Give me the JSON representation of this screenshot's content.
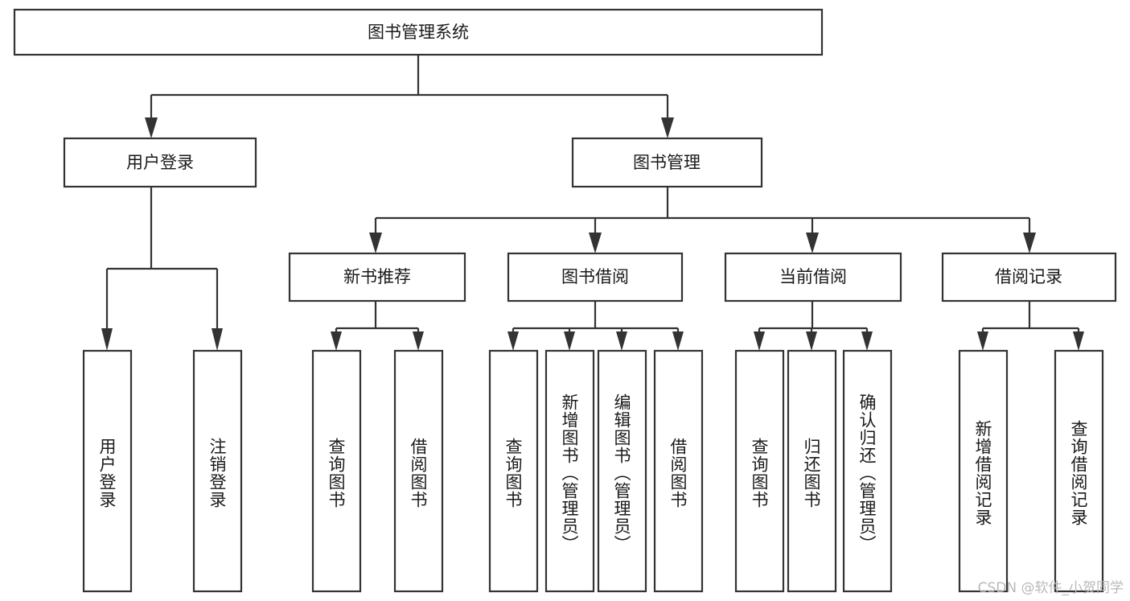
{
  "diagram": {
    "title": "图书管理系统",
    "type": "hierarchy-tree",
    "watermark": "CSDN @软件_小贺同学",
    "colors": {
      "stroke": "#333333",
      "box_fill": "#ffffff",
      "text": "#1a1a1a",
      "watermark": "#b9b9b9",
      "background": "#ffffff"
    },
    "root": {
      "label": "图书管理系统",
      "orientation": "horizontal"
    },
    "level2": [
      {
        "id": "user-login",
        "label": "用户登录",
        "orientation": "horizontal"
      },
      {
        "id": "book-management",
        "label": "图书管理",
        "orientation": "horizontal"
      }
    ],
    "level3": [
      {
        "id": "new-book-recommend",
        "label": "新书推荐",
        "orientation": "horizontal",
        "parent": "book-management"
      },
      {
        "id": "book-borrow",
        "label": "图书借阅",
        "orientation": "horizontal",
        "parent": "book-management"
      },
      {
        "id": "current-borrow",
        "label": "当前借阅",
        "orientation": "horizontal",
        "parent": "book-management"
      },
      {
        "id": "borrow-record",
        "label": "借阅记录",
        "orientation": "horizontal",
        "parent": "book-management"
      }
    ],
    "leaves": [
      {
        "id": "leaf-user-login",
        "label": "用户登录",
        "orientation": "vertical",
        "parent": "user-login"
      },
      {
        "id": "leaf-logout-login",
        "label": "注销登录",
        "orientation": "vertical",
        "parent": "user-login"
      },
      {
        "id": "leaf-query-book-1",
        "label": "查询图书",
        "orientation": "vertical",
        "parent": "new-book-recommend"
      },
      {
        "id": "leaf-borrow-book-1",
        "label": "借阅图书",
        "orientation": "vertical",
        "parent": "new-book-recommend"
      },
      {
        "id": "leaf-query-book-2",
        "label": "查询图书",
        "orientation": "vertical",
        "parent": "book-borrow"
      },
      {
        "id": "leaf-add-book",
        "label": "新增图书（管理员）",
        "orientation": "vertical",
        "parent": "book-borrow"
      },
      {
        "id": "leaf-edit-book",
        "label": "编辑图书（管理员）",
        "orientation": "vertical",
        "parent": "book-borrow"
      },
      {
        "id": "leaf-borrow-book-2",
        "label": "借阅图书",
        "orientation": "vertical",
        "parent": "book-borrow"
      },
      {
        "id": "leaf-query-book-3",
        "label": "查询图书",
        "orientation": "vertical",
        "parent": "current-borrow"
      },
      {
        "id": "leaf-return-book",
        "label": "归还图书",
        "orientation": "vertical",
        "parent": "current-borrow"
      },
      {
        "id": "leaf-confirm-return",
        "label": "确认归还（管理员）",
        "orientation": "vertical",
        "parent": "current-borrow"
      },
      {
        "id": "leaf-add-record",
        "label": "新增借阅记录",
        "orientation": "vertical",
        "parent": "borrow-record"
      },
      {
        "id": "leaf-query-record",
        "label": "查询借阅记录",
        "orientation": "vertical",
        "parent": "borrow-record"
      }
    ]
  }
}
